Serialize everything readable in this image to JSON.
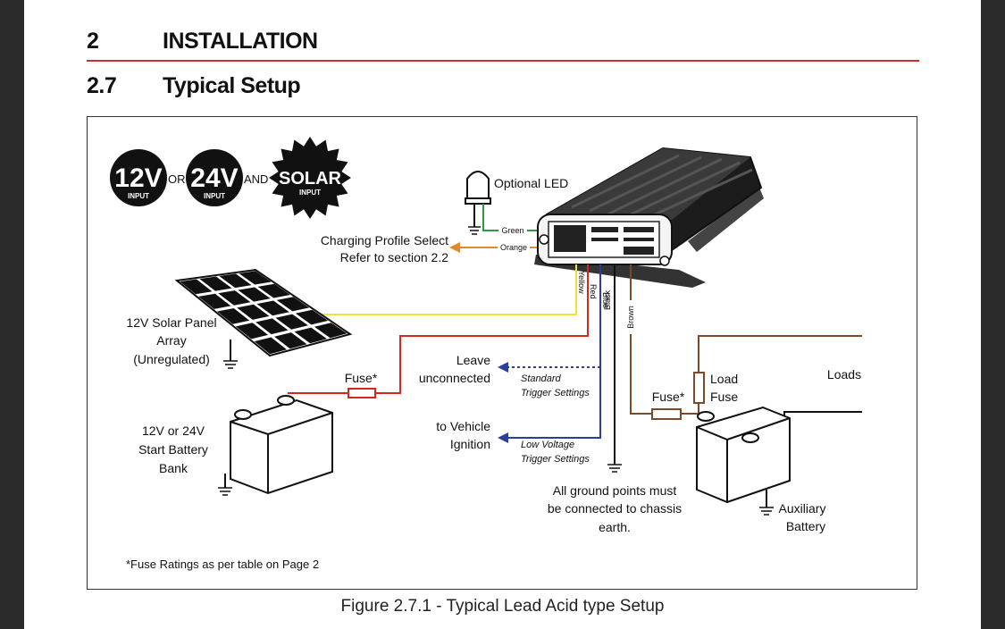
{
  "heading": {
    "section_number": "2",
    "section_title": "INSTALLATION",
    "subsection_number": "2.7",
    "subsection_title": "Typical Setup"
  },
  "badges": {
    "v12_value": "12V",
    "v12_sub": "INPUT",
    "or_text": "OR",
    "v24_value": "24V",
    "v24_sub": "INPUT",
    "and_text": "AND",
    "solar_value": "SOLAR",
    "solar_sub": "INPUT"
  },
  "labels": {
    "optional_led": "Optional LED",
    "charging_profile_line1": "Charging Profile Select",
    "charging_profile_line2": "Refer to section 2.2",
    "solar_line1": "12V Solar Panel",
    "solar_line2": "Array",
    "solar_line3": "(Unregulated)",
    "start_battery_line1": "12V or 24V",
    "start_battery_line2": "Start Battery",
    "start_battery_line3": "Bank",
    "fuse_start": "Fuse*",
    "fuse_aux": "Fuse*",
    "leave_line1": "Leave",
    "leave_line2": "unconnected",
    "standard_line1": "Standard",
    "standard_line2": "Trigger Settings",
    "ignition_line1": "to Vehicle",
    "ignition_line2": "Ignition",
    "lowvolt_line1": "Low Voltage",
    "lowvolt_line2": "Trigger Settings",
    "ground_line1": "All ground points must",
    "ground_line2": "be connected to chassis",
    "ground_line3": "earth.",
    "load_fuse_line1": "Load",
    "load_fuse_line2": "Fuse",
    "loads": "Loads",
    "aux_line1": "Auxiliary",
    "aux_line2": "Battery",
    "fuse_note": "*Fuse Ratings as per table on Page 2"
  },
  "wires": {
    "green": "Green",
    "orange": "Orange",
    "yellow": "Yellow",
    "red": "Red",
    "blue": "Blue",
    "black": "Black",
    "brown": "Brown"
  },
  "colors": {
    "accent_red": "#c9312b",
    "wire_green": "#2a9a3a",
    "wire_orange": "#e08a2a",
    "wire_yellow": "#f3df3a",
    "wire_red": "#d2281f",
    "wire_blue": "#2b3f9a",
    "wire_black": "#111111",
    "wire_brown": "#7a4a2a"
  },
  "caption": "Figure 2.7.1 - Typical Lead Acid type Setup"
}
